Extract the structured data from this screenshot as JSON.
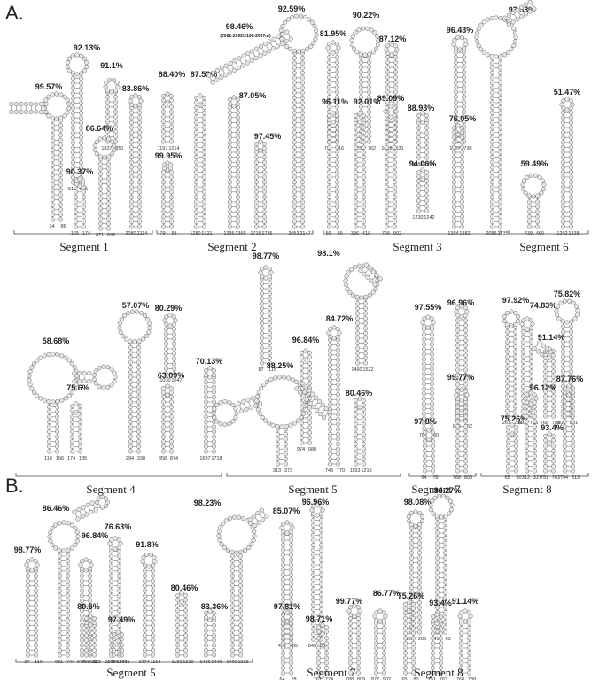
{
  "panels": [
    {
      "letter": "A.",
      "segments": [
        {
          "label": "Segment 1",
          "hairpins": [
            {
              "pct": "99.57%",
              "start": "34",
              "end": "86"
            },
            {
              "pct": "92.13%",
              "start": "511",
              "end": "545"
            },
            {
              "pct": "90.37%",
              "start": "165",
              "end": "174"
            },
            {
              "pct": "91.1%",
              "start": "1837",
              "end": "1851"
            },
            {
              "pct": "86.64%",
              "start": "871",
              "end": "893"
            },
            {
              "pct": "83.86%",
              "start": "2080",
              "end": "2114"
            }
          ]
        },
        {
          "label": "Segment 2",
          "hairpins": [
            {
              "pct": "88.40%",
              "start": "1197",
              "end": "1214"
            },
            {
              "pct": "99.95%",
              "start": "79",
              "end": "93"
            },
            {
              "pct": "87.53%",
              "start": "1280",
              "end": "1321"
            },
            {
              "pct": "98.46%",
              "note": "(2081-2092/2108-2097nt)",
              "start": "",
              "end": ""
            },
            {
              "pct": "87.05%",
              "start": "1336",
              "end": "1365"
            },
            {
              "pct": "97.45%",
              "start": "1715",
              "end": "1736"
            },
            {
              "pct": "92.59%",
              "start": "2053",
              "end": "2147"
            }
          ]
        },
        {
          "label": "Segment 3",
          "hairpins": [
            {
              "pct": "81.95%",
              "start": "701",
              "end": "716"
            },
            {
              "pct": "90.22%",
              "start": "739",
              "end": "762"
            },
            {
              "pct": "87.12%",
              "start": "1018",
              "end": "1031"
            },
            {
              "pct": "96.11%",
              "start": "56",
              "end": "89"
            },
            {
              "pct": "92.01%",
              "start": "396",
              "end": "419"
            },
            {
              "pct": "89.09%",
              "start": "766",
              "end": "902"
            },
            {
              "pct": "88.93%",
              "start": "1251",
              "end": "1264"
            },
            {
              "pct": "94.06%",
              "start": "1230",
              "end": "1242"
            },
            {
              "pct": "96.43%",
              "start": "1707",
              "end": "1730"
            },
            {
              "pct": "76.05%",
              "start": "1354",
              "end": "1382"
            },
            {
              "pct": "93.53%",
              "start": "2056",
              "end": "2135"
            }
          ]
        },
        {
          "label": "Segment 6",
          "hairpins": [
            {
              "pct": "59.49%",
              "start": "439",
              "end": "460"
            },
            {
              "pct": "51.47%",
              "start": "1202",
              "end": "1238"
            }
          ]
        },
        {
          "label": "Segment 4",
          "hairpins": [
            {
              "pct": "58.68%",
              "start": "116",
              "end": "166"
            },
            {
              "pct": "75.6%",
              "start": "174",
              "end": "185"
            },
            {
              "pct": "57.07%",
              "start": "294",
              "end": "338"
            },
            {
              "pct": "80.29%",
              "start": "1030",
              "end": "1047"
            },
            {
              "pct": "63.09%",
              "start": "858",
              "end": "874"
            },
            {
              "pct": "70.13%",
              "start": "1697",
              "end": "1718"
            }
          ]
        },
        {
          "label": "Segment 5",
          "hairpins": [
            {
              "pct": "98.77%",
              "start": "87",
              "end": "115"
            },
            {
              "pct": "98.1%",
              "start": "1460",
              "end": "1522"
            },
            {
              "pct": "96.84%",
              "start": "974",
              "end": "988"
            },
            {
              "pct": "84.72%",
              "start": "743",
              "end": "770"
            },
            {
              "pct": "88.25%",
              "start": "313",
              "end": "373"
            },
            {
              "pct": "80.46%",
              "start": "1193",
              "end": "1210"
            }
          ]
        },
        {
          "label": "Segment 7",
          "hairpins": [
            {
              "pct": "97.55%",
              "start": "762",
              "end": "780"
            },
            {
              "pct": "96.96%",
              "start": "845",
              "end": "862"
            },
            {
              "pct": "97.8%",
              "start": "64",
              "end": "78"
            },
            {
              "pct": "99.77%",
              "start": "788",
              "end": "809"
            }
          ]
        },
        {
          "label": "Segment 8",
          "hairpins": [
            {
              "pct": "97.92%",
              "start": "261",
              "end": "288"
            },
            {
              "pct": "74.83%",
              "start": "693",
              "end": "715"
            },
            {
              "pct": "75.82%",
              "start": "817",
              "end": "841"
            },
            {
              "pct": "91.14%",
              "start": "768",
              "end": "788"
            },
            {
              "pct": "75.26%",
              "start": "65",
              "end": "80"
            },
            {
              "pct": "96.12%",
              "start": "312",
              "end": "327"
            },
            {
              "pct": "93.4%",
              "start": "751",
              "end": "763"
            },
            {
              "pct": "87.76%",
              "start": "794",
              "end": "813"
            }
          ]
        }
      ]
    },
    {
      "letter": "B.",
      "segments": [
        {
          "label": "Segment 5",
          "hairpins": [
            {
              "pct": "98.77%",
              "start": "87",
              "end": "115"
            },
            {
              "pct": "86.46%",
              "start": "691",
              "end": "744"
            },
            {
              "pct": "96.84%",
              "start": "974",
              "end": "988"
            },
            {
              "pct": "76.63%",
              "start": "1142",
              "end": "1160"
            },
            {
              "pct": "91.8%",
              "start": "1074",
              "end": "1114"
            },
            {
              "pct": "80.5%",
              "start": "809",
              "end": "822"
            },
            {
              "pct": "97.49%",
              "start": "1036",
              "end": "1051"
            },
            {
              "pct": "80.46%",
              "start": "1193",
              "end": "1210"
            },
            {
              "pct": "83.36%",
              "start": "1436",
              "end": "1446"
            },
            {
              "pct": "98.23%",
              "start": "1460",
              "end": "1522"
            }
          ]
        },
        {
          "label": "Segment 7",
          "hairpins": [
            {
              "pct": "85.07%",
              "start": "452",
              "end": "465"
            },
            {
              "pct": "96.96%",
              "start": "845",
              "end": "862"
            },
            {
              "pct": "97.81%",
              "start": "64",
              "end": "78"
            },
            {
              "pct": "98.71%",
              "start": "761",
              "end": "774"
            },
            {
              "pct": "99.77%",
              "start": "788",
              "end": "809"
            },
            {
              "pct": "86.77%",
              "start": "877",
              "end": "902"
            }
          ]
        },
        {
          "label": "Segment 8",
          "hairpins": [
            {
              "pct": "98.08%",
              "start": "266",
              "end": "283"
            },
            {
              "pct": "84.27%",
              "start": "41",
              "end": "63"
            },
            {
              "pct": "75.26%",
              "start": "65",
              "end": "80"
            },
            {
              "pct": "93.4%",
              "start": "751",
              "end": "763"
            },
            {
              "pct": "91.14%",
              "start": "768",
              "end": "788"
            }
          ]
        }
      ]
    }
  ]
}
